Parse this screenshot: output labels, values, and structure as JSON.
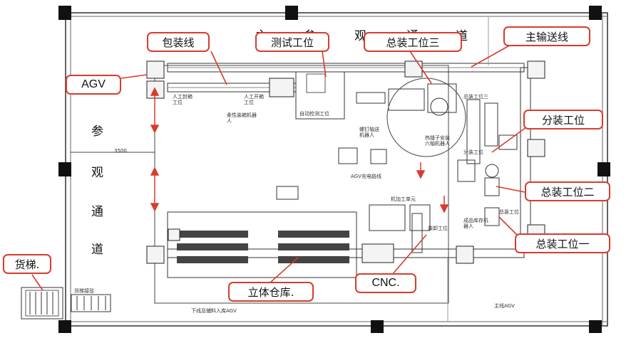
{
  "colors": {
    "accent": "#d83c2c",
    "line": "#222222"
  },
  "callouts": {
    "packing_line": "包装线",
    "test_station": "测试工位",
    "final_assembly_3": "总装工位三",
    "main_conveyor": "主输送线",
    "agv": "AGV",
    "sub_assembly": "分装工位",
    "final_assembly_2": "总装工位二",
    "final_assembly_1": "总装工位一",
    "freight_elevator": "货梯.",
    "stereo_warehouse": "立体仓库.",
    "cnc": "CNC."
  },
  "aisle": {
    "top_chars": [
      "主",
      "参",
      "观",
      "通",
      "道"
    ],
    "left_chars": [
      "参",
      "观",
      "通",
      "道"
    ]
  },
  "plan_labels": {
    "dimension": "3500",
    "auto_test": "自动检测工位",
    "agv_charging": "AGV充电路线",
    "machining_unit": "机加工单元",
    "offline_agv": "下线及辅料入库AGV",
    "main_line_agv": "主线AGV",
    "final_station_3_small": "总装工位三",
    "final_station_1_small": "总装工位",
    "flexible_robot": "柔性装箱机器人",
    "screw_robot": "螺钉轴送机器人",
    "six_axis_robot": "热缝子安装六轴机器人",
    "sub_station_small": "分装工位",
    "manual_pack_1": "人工封箱工位",
    "manual_pack_2": "人工开箱工位",
    "transfer_station": "装卸工位",
    "elevator_small": "货梯接驳",
    "finished_storage": "成品库存机器人"
  }
}
